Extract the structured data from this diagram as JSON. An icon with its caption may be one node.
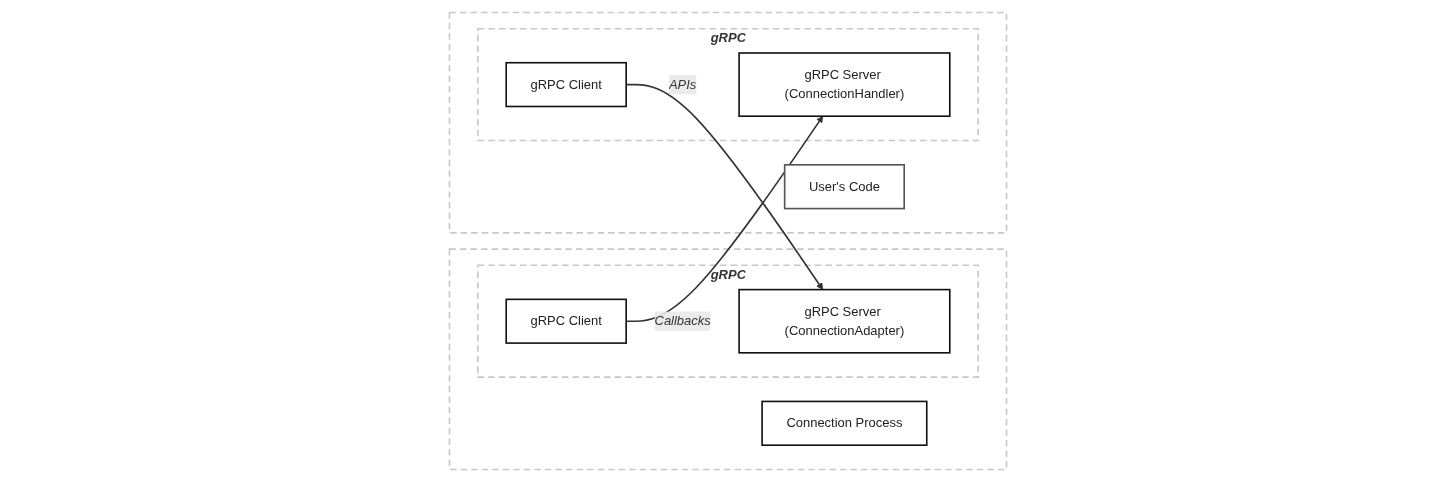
{
  "diagram": {
    "nodes": [
      {
        "text": [],
        "shape": "box"
      },
      {
        "text": [
          "Connection Process"
        ],
        "in": 0
      },
      {
        "text": [
          "gRPC"
        ],
        "in": 0
      },
      {
        "text": [
          "gRPC Server (ConnectionAdapter)"
        ],
        "in": 2
      },
      {
        "text": [
          "gRPC Client"
        ],
        "in": 2
      },
      {
        "text": [],
        "shape": "box"
      },
      {
        "text": [
          "gRPC"
        ],
        "in": 5
      },
      {
        "text": [
          "gRPC Client"
        ],
        "in": 6
      },
      {
        "text": [
          "gRPC Server (ConnectionHandler)"
        ],
        "in": 6
      },
      {
        "text": [
          "User's Code"
        ],
        "in": 5
      }
    ],
    "edges": [
      {
        "from": 7,
        "to": 3,
        "label": "APIs",
        "arrow": "to"
      },
      {
        "from": 4,
        "to": 8,
        "label": "Callbacks",
        "arrow": "to"
      }
    ]
  }
}
